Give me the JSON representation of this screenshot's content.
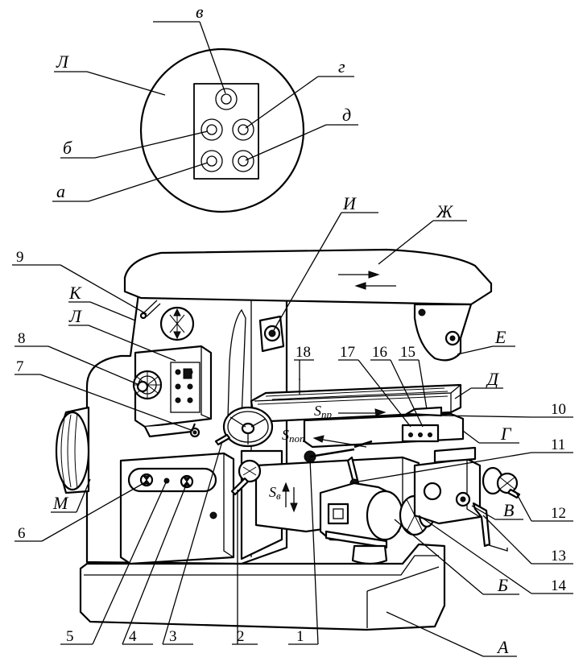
{
  "letters": {
    "v": "в",
    "g": "г",
    "L_top": "Л",
    "d": "д",
    "b": "б",
    "a": "а",
    "I": "И",
    "Zh": "Ж",
    "K": "К",
    "L_panel": "Л",
    "E": "Е",
    "D": "Д",
    "G": "Г",
    "M": "М",
    "V": "В",
    "B": "Б",
    "A": "А"
  },
  "numbers": {
    "n1": "1",
    "n2": "2",
    "n3": "3",
    "n4": "4",
    "n5": "5",
    "n6": "6",
    "n7": "7",
    "n8": "8",
    "n9": "9",
    "n10": "10",
    "n11": "11",
    "n12": "12",
    "n13": "13",
    "n14": "14",
    "n15": "15",
    "n16": "16",
    "n17": "17",
    "n18": "18"
  },
  "feeds": {
    "long_base": "S",
    "long_sub": "пр",
    "cross_base": "S",
    "cross_sub": "поп",
    "vert_base": "S",
    "vert_sub": "в"
  },
  "icons": [
    "control-panel-detail-icon",
    "spindle-speed-dial-icon",
    "handwheel-icon"
  ]
}
